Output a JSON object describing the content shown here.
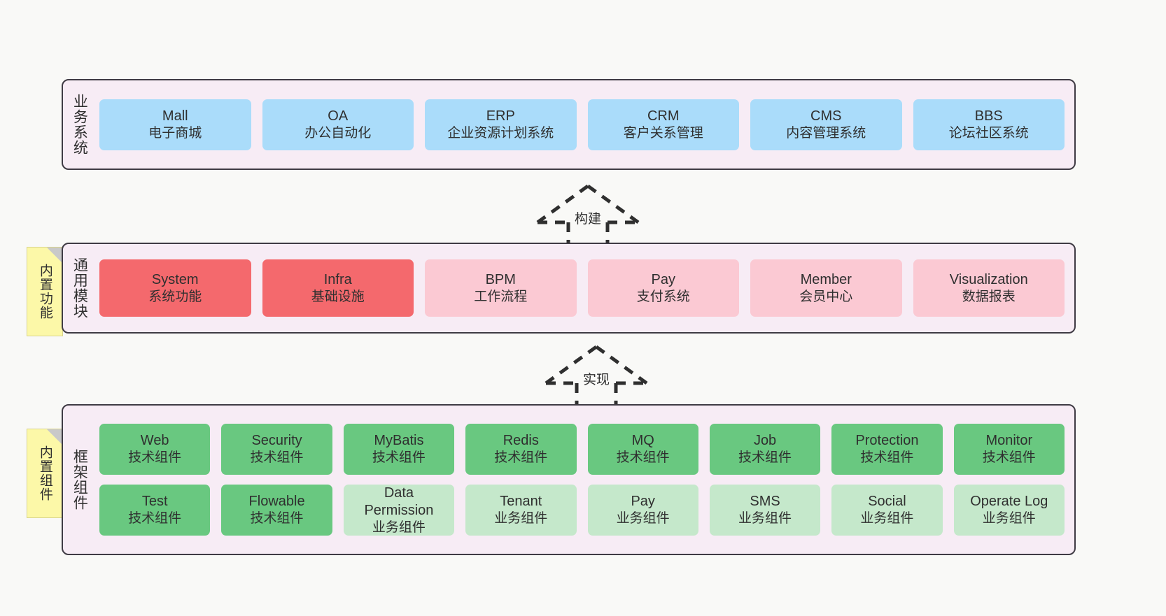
{
  "diagram": {
    "background_color": "#f9f9f7",
    "layer_fill": "#f7ecf5",
    "layer_border": "#3f3b44",
    "note_fill": "#fcf8a8",
    "colors": {
      "blue": "#aadcfa",
      "red": "#f4696d",
      "pink": "#fbc9d3",
      "green": "#69c880",
      "light_green": "#c5e8cb"
    }
  },
  "layers": {
    "business": {
      "title": "业务系统",
      "items": [
        {
          "name": "Mall",
          "sub": "电子商城"
        },
        {
          "name": "OA",
          "sub": "办公自动化"
        },
        {
          "name": "ERP",
          "sub": "企业资源计划系统"
        },
        {
          "name": "CRM",
          "sub": "客户关系管理"
        },
        {
          "name": "CMS",
          "sub": "内容管理系统"
        },
        {
          "name": "BBS",
          "sub": "论坛社区系统"
        }
      ]
    },
    "common": {
      "title": "通用模块",
      "note": "内置功能",
      "items": [
        {
          "name": "System",
          "sub": "系统功能"
        },
        {
          "name": "Infra",
          "sub": "基础设施"
        },
        {
          "name": "BPM",
          "sub": "工作流程"
        },
        {
          "name": "Pay",
          "sub": "支付系统"
        },
        {
          "name": "Member",
          "sub": "会员中心"
        },
        {
          "name": "Visualization",
          "sub": "数据报表"
        }
      ]
    },
    "framework": {
      "title": "框架组件",
      "note": "内置组件",
      "row1": [
        {
          "name": "Web",
          "sub": "技术组件"
        },
        {
          "name": "Security",
          "sub": "技术组件"
        },
        {
          "name": "MyBatis",
          "sub": "技术组件"
        },
        {
          "name": "Redis",
          "sub": "技术组件"
        },
        {
          "name": "MQ",
          "sub": "技术组件"
        },
        {
          "name": "Job",
          "sub": "技术组件"
        },
        {
          "name": "Protection",
          "sub": "技术组件"
        },
        {
          "name": "Monitor",
          "sub": "技术组件"
        }
      ],
      "row2": [
        {
          "name": "Test",
          "sub": "技术组件"
        },
        {
          "name": "Flowable",
          "sub": "技术组件"
        },
        {
          "name": "Data Permission",
          "sub": "业务组件"
        },
        {
          "name": "Tenant",
          "sub": "业务组件"
        },
        {
          "name": "Pay",
          "sub": "业务组件"
        },
        {
          "name": "SMS",
          "sub": "业务组件"
        },
        {
          "name": "Social",
          "sub": "业务组件"
        },
        {
          "name": "Operate Log",
          "sub": "业务组件"
        }
      ]
    }
  },
  "arrows": [
    {
      "id": "build",
      "label": "构建",
      "from": "通用模块",
      "to": "业务系统",
      "style": "dashed-generalization"
    },
    {
      "id": "impl",
      "label": "实现",
      "from": "框架组件",
      "to": "通用模块",
      "style": "dashed-generalization"
    }
  ]
}
